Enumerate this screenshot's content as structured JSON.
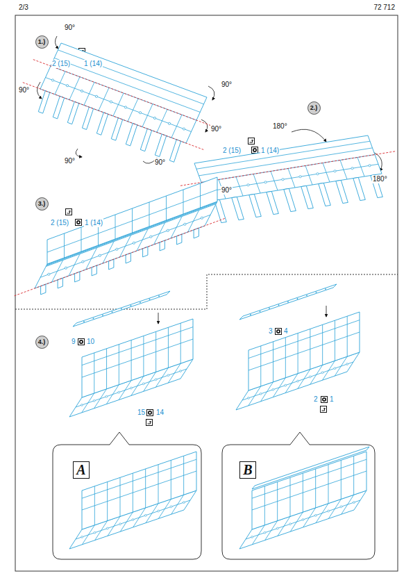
{
  "diagram": {
    "nodes": [
      {
        "text": [
          "1.)"
        ]
      },
      {
        "text": [
          "2.)"
        ]
      },
      {
        "text": [
          "3.)"
        ]
      },
      {
        "text": [
          "4.)"
        ]
      },
      {
        "text": [
          "A"
        ]
      },
      {
        "text": [
          "B"
        ]
      }
    ],
    "labels": [
      "2/3",
      "72 712",
      "90°",
      "2 (15)",
      "1 (14)",
      "90°",
      "90°",
      "90°",
      "90°",
      "90°",
      "180°",
      "2 (15)",
      "1 (14)",
      "180°",
      "2 (15)",
      "1 (14)",
      "90°",
      "9",
      "10",
      "15",
      "14",
      "3",
      "4",
      "2",
      "1"
    ]
  }
}
